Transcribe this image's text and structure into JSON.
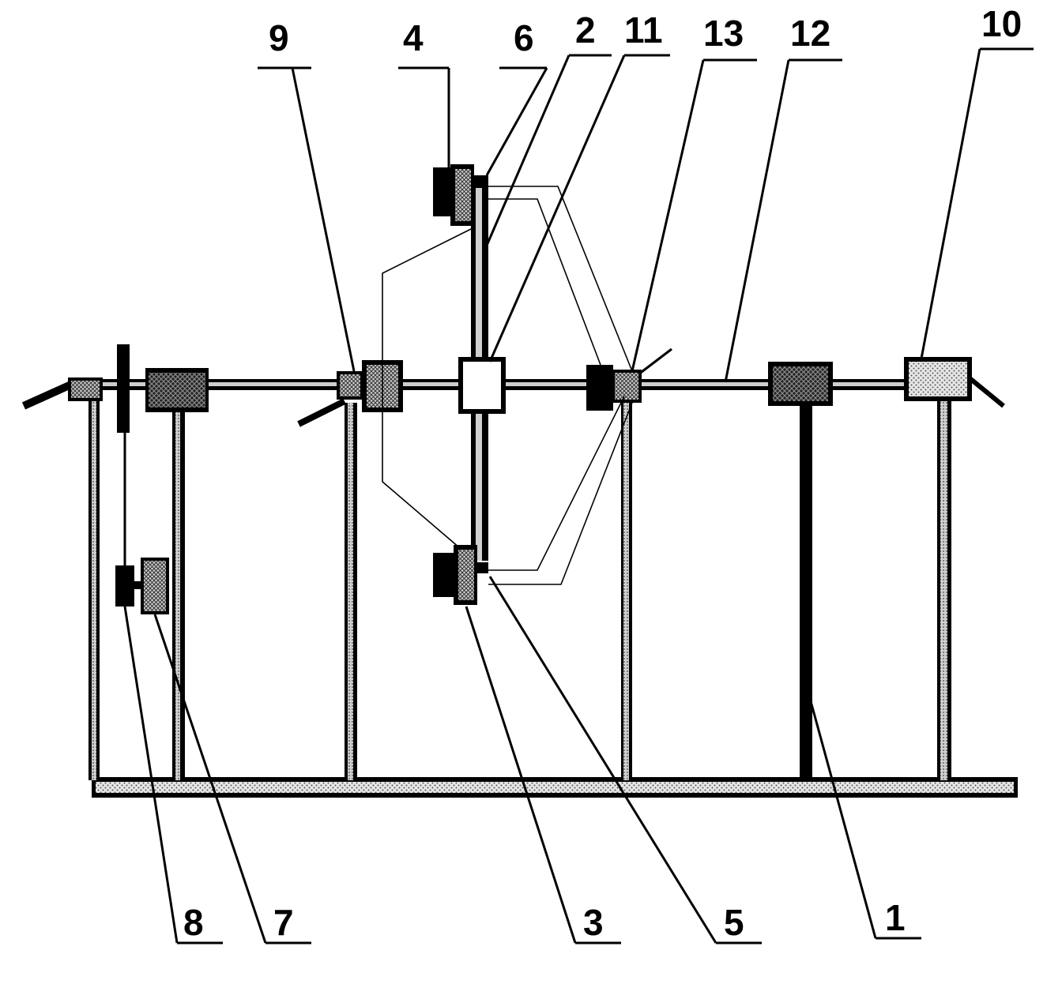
{
  "labels": {
    "l1": "1",
    "l2": "2",
    "l3": "3",
    "l4": "4",
    "l5": "5",
    "l6": "6",
    "l7": "7",
    "l8": "8",
    "l9": "9",
    "l10": "10",
    "l11": "11",
    "l12": "12",
    "l13": "13"
  },
  "colors": {
    "ink": "#000000",
    "stipple_light": "#d8d8d8",
    "stipple_mid": "#a0a0a0",
    "paper": "#ffffff"
  }
}
